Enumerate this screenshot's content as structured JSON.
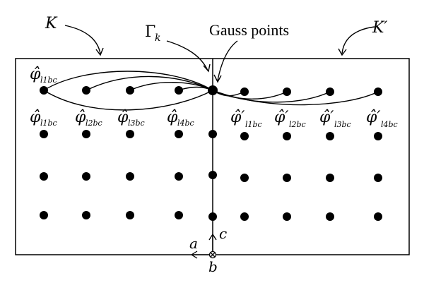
{
  "labels": {
    "K": "K",
    "K_prime": "K′",
    "gamma": "Γ",
    "gamma_sub": "k",
    "gauss": "Gauss points",
    "axis_a": "a",
    "axis_b": "b",
    "axis_c": "c"
  },
  "phi": {
    "symbol": "φ̂",
    "symbol_prime": "φ̂′",
    "left_subs": [
      "l1bc",
      "l2bc",
      "l3bc",
      "l4bc"
    ],
    "right_subs": [
      "l1bc",
      "l2bc",
      "l3bc",
      "l4bc"
    ],
    "top_sub": "l1bc"
  },
  "colors": {
    "ink": "#000000",
    "background": "#ffffff"
  }
}
